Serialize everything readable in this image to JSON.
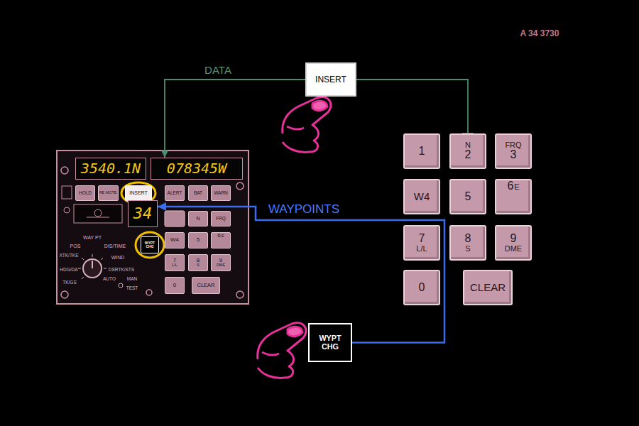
{
  "diagram": {
    "nodes": [
      {
        "text": [
          "INSERT"
        ]
      },
      {
        "text": [
          "3540.1N"
        ]
      },
      {
        "text": [
          "078345W"
        ]
      },
      {
        "text": [
          "HOLD"
        ]
      },
      {
        "text": [
          "RE MOTE"
        ]
      },
      {
        "text": [
          "INSERT"
        ]
      },
      {
        "text": [
          "ALERT"
        ]
      },
      {
        "text": [
          "BAT"
        ]
      },
      {
        "text": [
          "WARN"
        ]
      },
      {
        "text": [
          "N"
        ]
      },
      {
        "text": [
          "FRQ"
        ]
      },
      {
        "text": [
          "34"
        ]
      },
      {
        "text": [
          "W4"
        ]
      },
      {
        "text": [
          "5"
        ]
      },
      {
        "text": [
          "6",
          "E"
        ]
      },
      {
        "text": [
          "WYPT CHG"
        ]
      },
      {
        "text": [
          "7",
          "L/L"
        ]
      },
      {
        "text": [
          "8",
          "S"
        ]
      },
      {
        "text": [
          "9",
          "DME"
        ]
      },
      {
        "text": [
          "0"
        ]
      },
      {
        "text": [
          "CLEAR"
        ]
      },
      {
        "text": [
          "1"
        ]
      },
      {
        "text": [
          "N",
          "2"
        ]
      },
      {
        "text": [
          "FRQ",
          "3"
        ]
      },
      {
        "text": [
          "W4"
        ]
      },
      {
        "text": [
          "5"
        ]
      },
      {
        "text": [
          "6",
          "E"
        ]
      },
      {
        "text": [
          "7",
          "L/L"
        ]
      },
      {
        "text": [
          "8",
          "S"
        ]
      },
      {
        "text": [
          "9",
          "DME"
        ]
      },
      {
        "text": [
          "0"
        ]
      },
      {
        "text": [
          "CLEAR"
        ]
      },
      {
        "text": [
          "WYPT CHG"
        ]
      }
    ],
    "edges": [
      {
        "from": 0,
        "to": 2,
        "arrow": "to",
        "label": "DATA"
      },
      {
        "from": 0,
        "to": 22,
        "arrow": "none"
      },
      {
        "from": 32,
        "to": 11,
        "arrow": "to",
        "label": "WAYPOINTS"
      }
    ],
    "labels": [
      "A 34 3730",
      "WAY PT",
      "POS",
      "DIS/TIME",
      "XTK/TKE",
      "WIND",
      "HDG/DA",
      "DSRTK/STS",
      "TK/GS",
      "AUTO",
      "MAN",
      "TEST"
    ]
  }
}
